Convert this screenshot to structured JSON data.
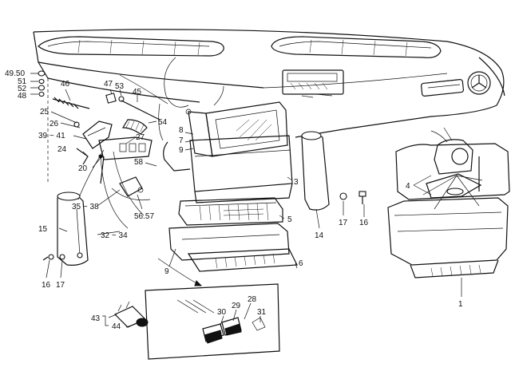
{
  "diagram": {
    "callouts": [
      {
        "id": "c-49-50",
        "text": "49.50"
      },
      {
        "id": "c-51",
        "text": "51"
      },
      {
        "id": "c-52",
        "text": "52"
      },
      {
        "id": "c-48",
        "text": "48"
      },
      {
        "id": "c-46",
        "text": "46"
      },
      {
        "id": "c-47",
        "text": "47"
      },
      {
        "id": "c-53",
        "text": "53"
      },
      {
        "id": "c-45",
        "text": "45"
      },
      {
        "id": "c-54",
        "text": "54"
      },
      {
        "id": "c-25",
        "text": "25"
      },
      {
        "id": "c-26",
        "text": "26"
      },
      {
        "id": "c-39-41",
        "text": "39 ~ 41"
      },
      {
        "id": "c-27",
        "text": "27"
      },
      {
        "id": "c-24",
        "text": "24"
      },
      {
        "id": "c-20",
        "text": "20"
      },
      {
        "id": "c-58",
        "text": "58"
      },
      {
        "id": "c-8",
        "text": "8"
      },
      {
        "id": "c-7",
        "text": "7"
      },
      {
        "id": "c-9a",
        "text": "9"
      },
      {
        "id": "c-3",
        "text": "3"
      },
      {
        "id": "c-35-38",
        "text": "35 ~ 38"
      },
      {
        "id": "c-56-57",
        "text": "56.57"
      },
      {
        "id": "c-5",
        "text": "5"
      },
      {
        "id": "c-15",
        "text": "15"
      },
      {
        "id": "c-32-34",
        "text": "32 ~ 34"
      },
      {
        "id": "c-14",
        "text": "14"
      },
      {
        "id": "c-17a",
        "text": "17"
      },
      {
        "id": "c-16a",
        "text": "16"
      },
      {
        "id": "c-4",
        "text": "4"
      },
      {
        "id": "c-9b",
        "text": "9"
      },
      {
        "id": "c-6",
        "text": "6"
      },
      {
        "id": "c-16b",
        "text": "16"
      },
      {
        "id": "c-17b",
        "text": "17"
      },
      {
        "id": "c-1",
        "text": "1"
      },
      {
        "id": "c-28",
        "text": "28"
      },
      {
        "id": "c-29",
        "text": "29"
      },
      {
        "id": "c-30",
        "text": "30"
      },
      {
        "id": "c-31",
        "text": "31"
      },
      {
        "id": "c-43",
        "text": "43"
      },
      {
        "id": "c-44",
        "text": "44"
      }
    ]
  }
}
